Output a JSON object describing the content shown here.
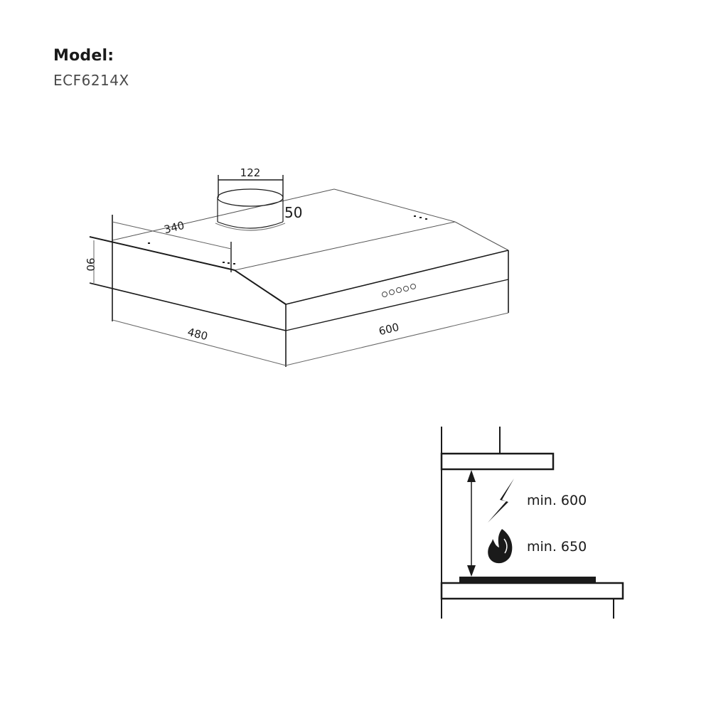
{
  "header": {
    "model_label": "Model:",
    "model_value": "ECF6214X"
  },
  "hood_drawing": {
    "dimensions": {
      "duct_diameter": "122",
      "duct_height": "50",
      "depth_top": "340",
      "height": "90",
      "depth": "480",
      "width": "600"
    }
  },
  "installation_diagram": {
    "clearances": [
      {
        "icon": "electric-bolt-icon",
        "label": "min. 600"
      },
      {
        "icon": "flame-icon",
        "label": "min. 650"
      }
    ]
  },
  "colors": {
    "line": "#1a1a1a",
    "thin_line": "#555555",
    "background": "#ffffff"
  }
}
